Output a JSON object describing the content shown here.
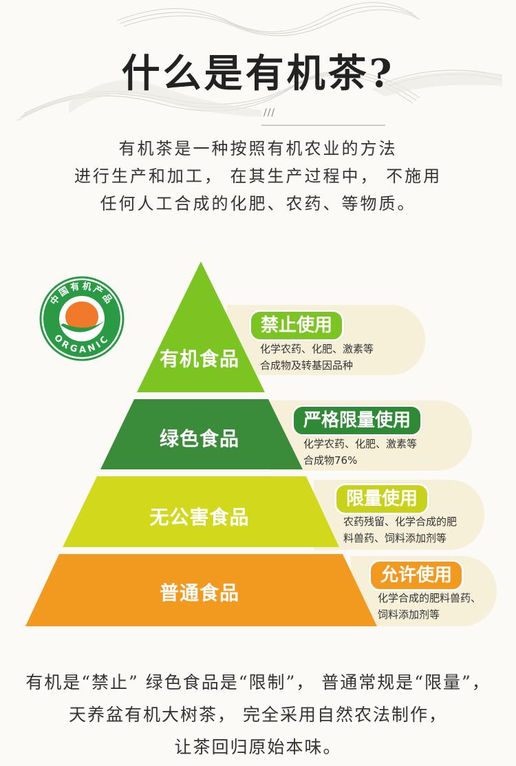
{
  "header": {
    "title": "什么是有机茶?",
    "slashes": "///"
  },
  "intro": {
    "lines": [
      "有机茶是一种按照有机农业的方法",
      "进行生产和加工， 在其生产过程中， 不施用",
      "任何人工合成的化肥、农药、等物质。"
    ]
  },
  "logo": {
    "top_text": "中国有机产品",
    "bottom_text": "ORGANIC"
  },
  "tiers": [
    {
      "label": "有机食品",
      "color": "#7cc421",
      "badge": "禁止使用",
      "badge_color": "#7cc421",
      "desc_lines": [
        "化学农药、化肥、激素等",
        "合成物及转基因品种"
      ]
    },
    {
      "label": "绿色食品",
      "color": "#3a8c3a",
      "badge": "严格限量使用",
      "badge_color": "#2f8a35",
      "desc_lines": [
        "化学农药、化肥、激素等",
        "合成物76%"
      ]
    },
    {
      "label": "无公害食品",
      "color": "#d2d81c",
      "badge": "限量使用",
      "badge_color": "#c8d21a",
      "desc_lines": [
        "农药残留、化学合成的肥",
        "料兽药、饲料添加剂等"
      ]
    },
    {
      "label": "普通食品",
      "color": "#f29a1f",
      "badge": "允许使用",
      "badge_color": "#f29a1f",
      "desc_lines": [
        "化学合成的肥料兽药、",
        "饲料添加剂等"
      ]
    }
  ],
  "summary": {
    "lines": [
      "有机是“禁止”  绿色食品是“限制”， 普通常规是“限量”，",
      "天养盆有机大树茶， 完全采用自然农法制作，",
      "让茶回归原始本味。"
    ]
  }
}
